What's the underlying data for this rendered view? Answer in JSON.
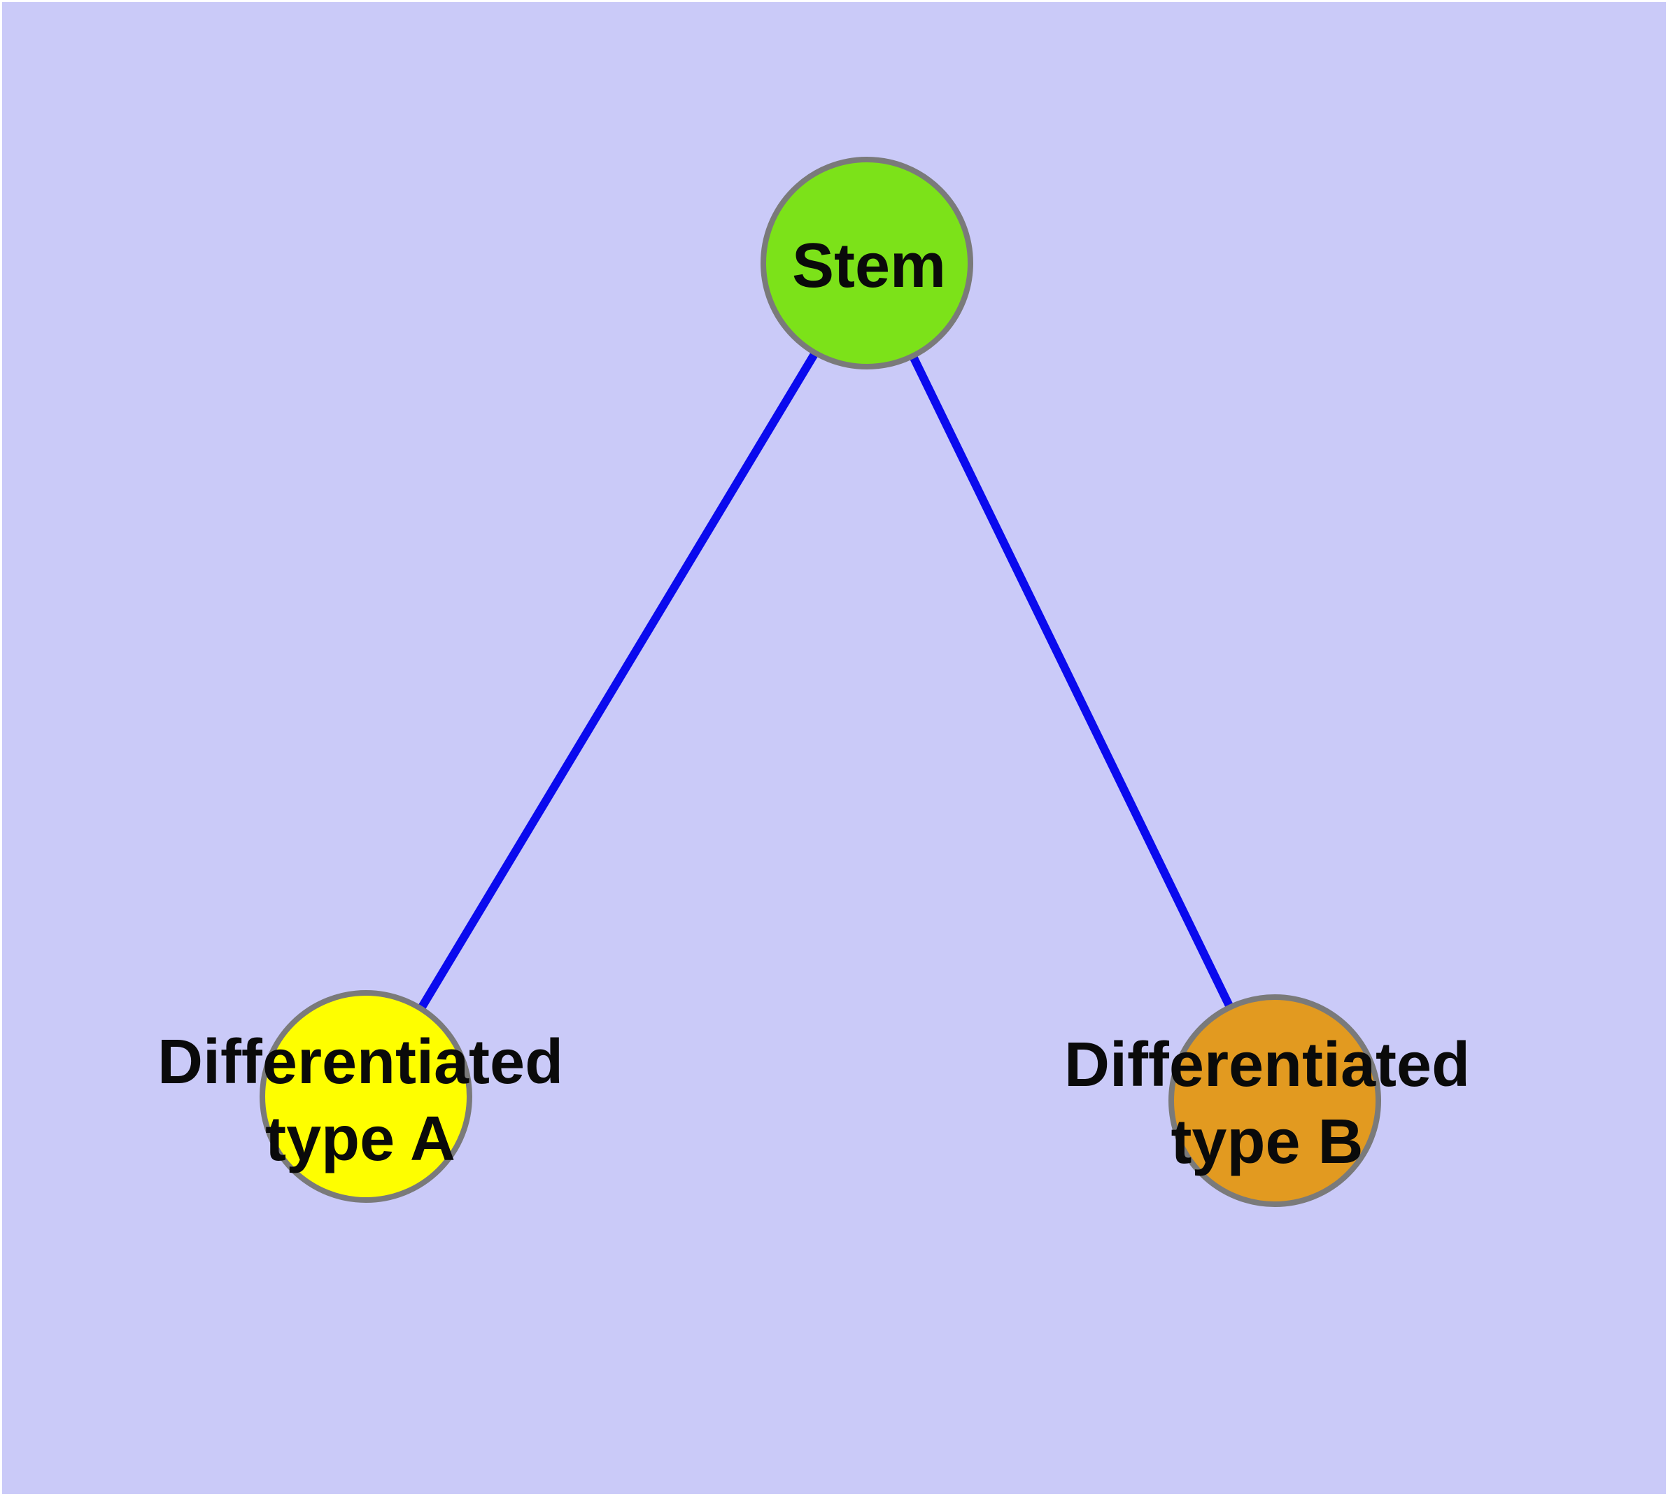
{
  "diagram": {
    "background_color": "#cacaf8",
    "frame_color": "#ffffff",
    "edge_color": "#0a0aee",
    "node_border_color": "#7a7a7a",
    "label_color": "#0a0a0a",
    "nodes": [
      {
        "id": "stem",
        "label": "Stem",
        "fill": "#7ce219"
      },
      {
        "id": "type-a",
        "label_lines": [
          "Differentiated",
          "type A"
        ],
        "fill": "#fefe00"
      },
      {
        "id": "type-b",
        "label_lines": [
          "Differentiated",
          "type B"
        ],
        "fill": "#e29a20"
      }
    ],
    "edges": [
      {
        "from": "stem",
        "to": "type-a"
      },
      {
        "from": "stem",
        "to": "type-b"
      }
    ]
  }
}
